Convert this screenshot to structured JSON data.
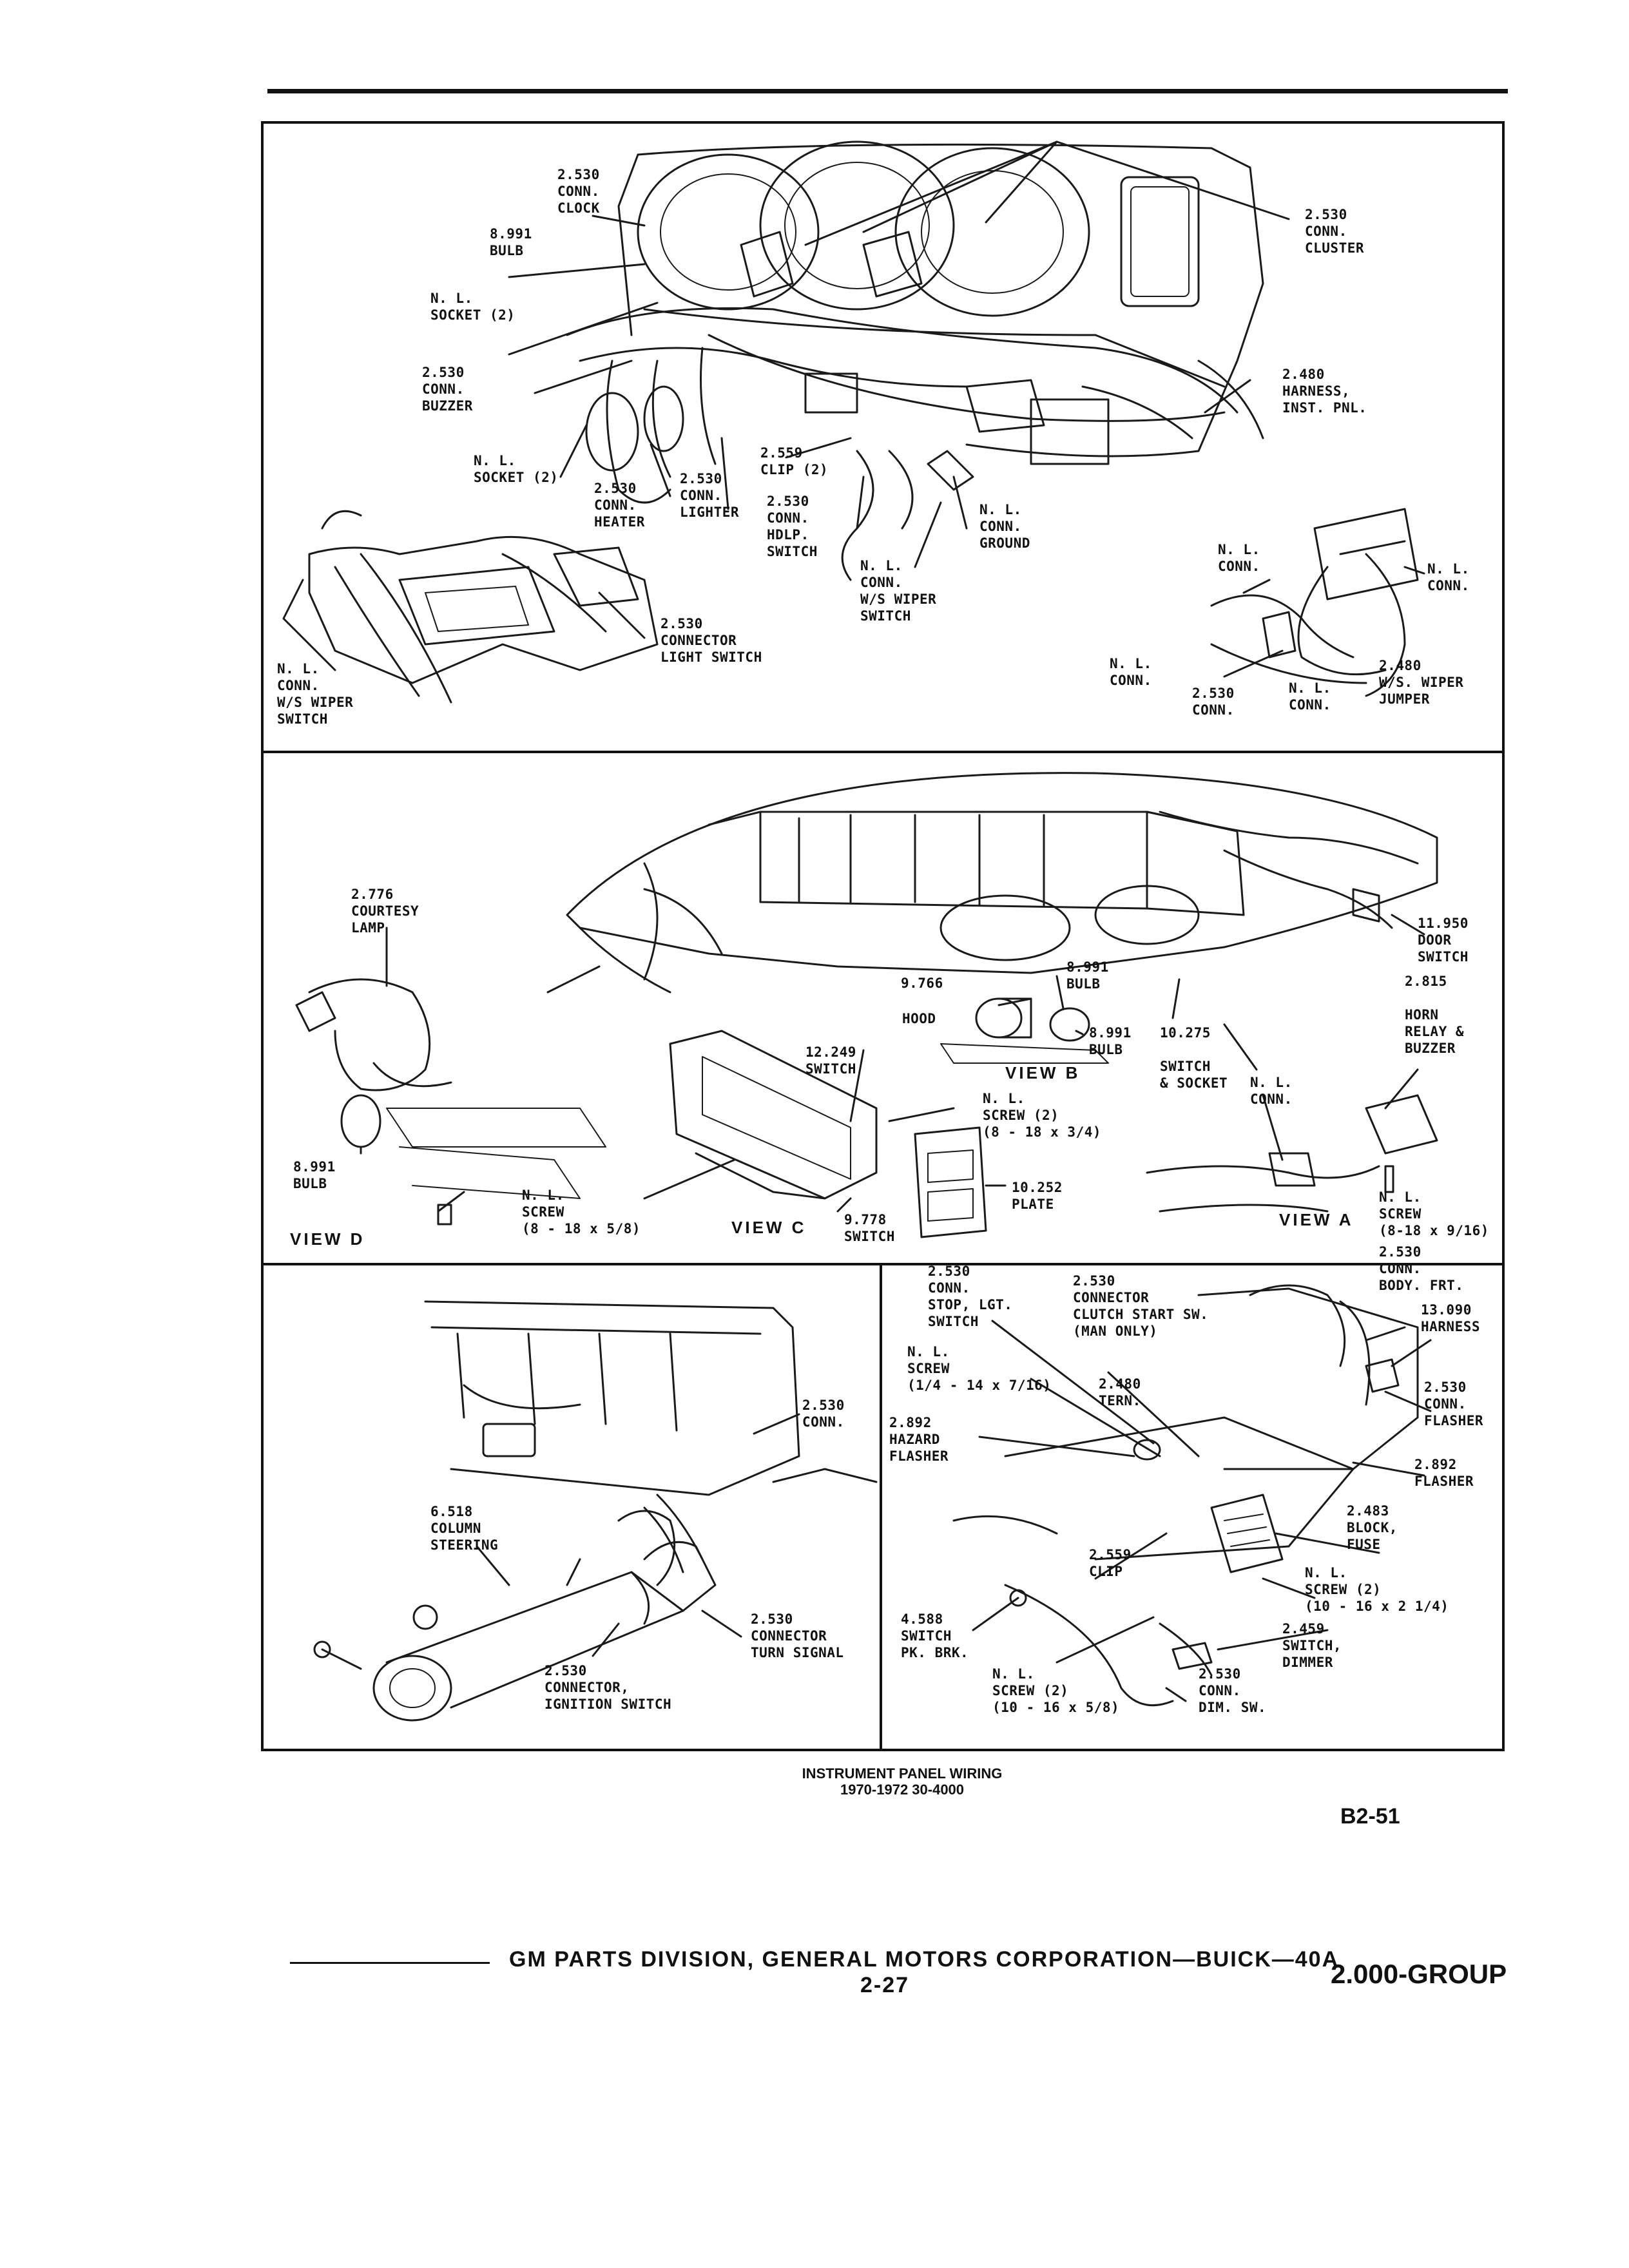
{
  "panel_top": {
    "labels": [
      {
        "id": "conn-clock",
        "text": "2.530\nCONN.\nCLOCK"
      },
      {
        "id": "bulb-top",
        "text": "8.991\nBULB"
      },
      {
        "id": "socket-2-a",
        "text": "N. L.\nSOCKET (2)"
      },
      {
        "id": "conn-cluster",
        "text": "2.530\nCONN.\nCLUSTER"
      },
      {
        "id": "conn-buzzer",
        "text": "2.530\nCONN.\nBUZZER"
      },
      {
        "id": "harness-inst",
        "text": "2.480\nHARNESS,\nINST. PNL."
      },
      {
        "id": "socket-2-b",
        "text": "N. L.\nSOCKET (2)"
      },
      {
        "id": "conn-heater",
        "text": "2.530\nCONN.\nHEATER"
      },
      {
        "id": "conn-lighter",
        "text": "2.530\nCONN.\nLIGHTER"
      },
      {
        "id": "clip-2",
        "text": "2.559\nCLIP (2)"
      },
      {
        "id": "conn-hdlp",
        "text": "2.530\nCONN.\nHDLP.\nSWITCH"
      },
      {
        "id": "conn-ground",
        "text": "N. L.\nCONN.\nGROUND"
      },
      {
        "id": "conn-ws-wiper",
        "text": "N. L.\nCONN.\nW/S WIPER\nSWITCH"
      },
      {
        "id": "connector-light",
        "text": "2.530\nCONNECTOR\nLIGHT SWITCH"
      },
      {
        "id": "conn-ws-wiper-2",
        "text": "N. L.\nCONN.\nW/S WIPER\nSWITCH"
      },
      {
        "id": "conn-nl-a",
        "text": "N. L.\nCONN."
      },
      {
        "id": "conn-nl-b",
        "text": "N. L.\nCONN."
      },
      {
        "id": "conn-nl-c",
        "text": "N. L.\nCONN."
      },
      {
        "id": "conn-2530-d",
        "text": "2.530\nCONN."
      },
      {
        "id": "conn-nl-e",
        "text": "N. L.\nCONN."
      },
      {
        "id": "ws-wiper-jumper",
        "text": "2.480\nW/S. WIPER\nJUMPER"
      }
    ]
  },
  "panel_middle": {
    "labels": [
      {
        "id": "courtesy-lamp",
        "text": "2.776\nCOURTESY\nLAMP"
      },
      {
        "id": "door-switch",
        "text": "11.950\nDOOR\nSWITCH"
      },
      {
        "id": "horn-relay",
        "text": "2.815\n\nHORN\nRELAY &\nBUZZER"
      },
      {
        "id": "hood",
        "text": "9.766"
      },
      {
        "id": "hood-word",
        "text": "HOOD"
      },
      {
        "id": "bulb-b",
        "text": "8.991\nBULB"
      },
      {
        "id": "bulb-b2",
        "text": "8.991\nBULB"
      },
      {
        "id": "switch-socket",
        "text": "10.275\n\nSWITCH\n& SOCKET"
      },
      {
        "id": "conn-nl-view-a",
        "text": "N. L.\nCONN."
      },
      {
        "id": "switch-12249",
        "text": "12.249\nSWITCH"
      },
      {
        "id": "screw-2-c",
        "text": "N. L.\nSCREW (2)\n(8 - 18 x 3/4)"
      },
      {
        "id": "plate",
        "text": "10.252\nPLATE"
      },
      {
        "id": "switch-9778",
        "text": "9.778\nSWITCH"
      },
      {
        "id": "bulb-d",
        "text": "8.991\nBULB"
      },
      {
        "id": "screw-d",
        "text": "N. L.\nSCREW\n(8 - 18 x 5/8)"
      },
      {
        "id": "screw-a",
        "text": "N. L.\nSCREW\n(8-18 x 9/16)"
      }
    ],
    "views": [
      "VIEW D",
      "VIEW C",
      "VIEW B",
      "VIEW A"
    ]
  },
  "panel_bottom_left": {
    "labels": [
      {
        "id": "conn-bl",
        "text": "2.530\nCONN."
      },
      {
        "id": "column-steering",
        "text": "6.518\nCOLUMN\nSTEERING"
      },
      {
        "id": "connector-turn",
        "text": "2.530\nCONNECTOR\nTURN SIGNAL"
      },
      {
        "id": "connector-ignition",
        "text": "2.530\nCONNECTOR,\nIGNITION SWITCH"
      }
    ]
  },
  "panel_bottom_right": {
    "labels": [
      {
        "id": "conn-stop-lgt",
        "text": "2.530\nCONN.\nSTOP, LGT.\nSWITCH"
      },
      {
        "id": "connector-clutch",
        "text": "2.530\nCONNECTOR\nCLUTCH START SW.\n(MAN ONLY)"
      },
      {
        "id": "conn-body-frt",
        "text": "2.530\nCONN.\nBODY. FRT."
      },
      {
        "id": "harness-13090",
        "text": "13.090\nHARNESS"
      },
      {
        "id": "screw-nl",
        "text": "N. L.\nSCREW\n(1/4 - 14 x 7/16)"
      },
      {
        "id": "tern",
        "text": "2.480\nTERN."
      },
      {
        "id": "conn-flasher",
        "text": "2.530\nCONN.\nFLASHER"
      },
      {
        "id": "hazard-flasher",
        "text": "2.892\nHAZARD\nFLASHER"
      },
      {
        "id": "flasher",
        "text": "2.892\nFLASHER"
      },
      {
        "id": "block-fuse",
        "text": "2.483\nBLOCK,\nFUSE"
      },
      {
        "id": "clip-2559",
        "text": "2.559\nCLIP"
      },
      {
        "id": "screw-2-br",
        "text": "N. L.\nSCREW (2)\n(10 - 16 x 2 1/4)"
      },
      {
        "id": "switch-pk-brk",
        "text": "4.588\nSWITCH\nPK. BRK."
      },
      {
        "id": "switch-dimmer",
        "text": "2.459\nSWITCH,\nDIMMER"
      },
      {
        "id": "conn-dim-sw",
        "text": "2.530\nCONN.\nDIM. SW."
      },
      {
        "id": "screw-2-br2",
        "text": "N. L.\nSCREW (2)\n(10 - 16 x 5/8)"
      }
    ]
  },
  "caption": {
    "line1": "INSTRUMENT PANEL WIRING",
    "line2": "1970-1972 30-4000"
  },
  "page_id": "B2-51",
  "footer": {
    "text": "GM PARTS DIVISION, GENERAL MOTORS CORPORATION—BUICK—40A",
    "page": "2-27",
    "group": "2.000-GROUP"
  }
}
